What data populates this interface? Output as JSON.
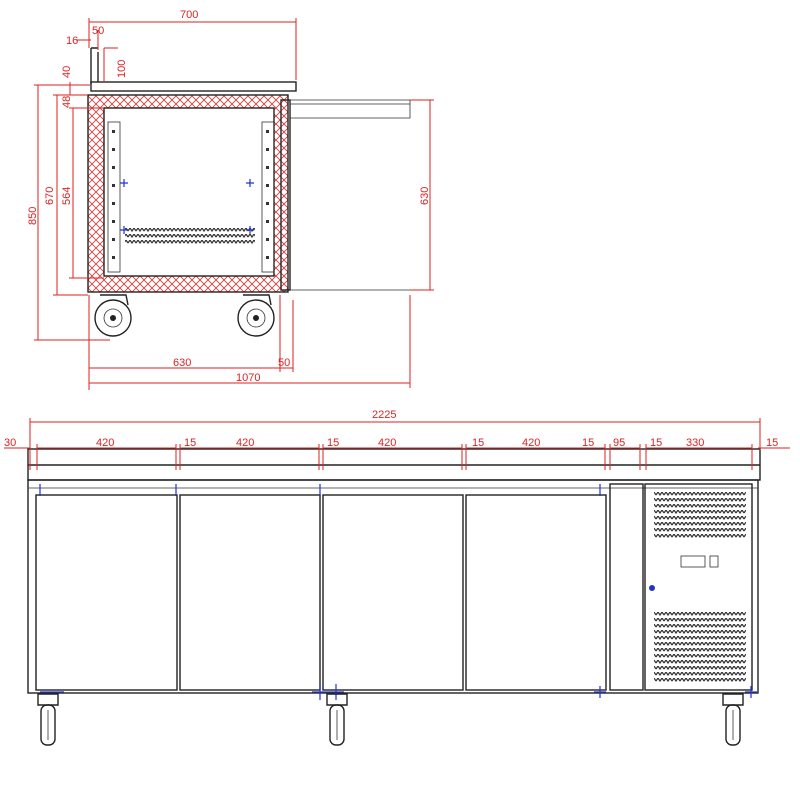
{
  "side_view": {
    "dims": {
      "width_top": "700",
      "backsplash_offset": "16",
      "backsplash_thickness": "50",
      "backsplash_height": "100",
      "top_thickness": "40",
      "top_insulation": "48",
      "total_height": "850",
      "body_height": "670",
      "inner_height": "564",
      "door_height": "630",
      "depth": "630",
      "door_thickness": "50",
      "depth_door_open": "1070"
    }
  },
  "front_view": {
    "dims": {
      "total_width": "2225",
      "left_margin": "30",
      "door1": "420",
      "gap1": "15",
      "door2": "420",
      "gap2": "15",
      "door3": "420",
      "gap3": "15",
      "door4": "420",
      "gap4": "15",
      "spacer": "95",
      "gap5": "15",
      "machine_panel": "330",
      "right_margin": "15"
    }
  },
  "colors": {
    "dimension": "#dd2222",
    "outline": "#222222",
    "marker": "#2233cc"
  }
}
